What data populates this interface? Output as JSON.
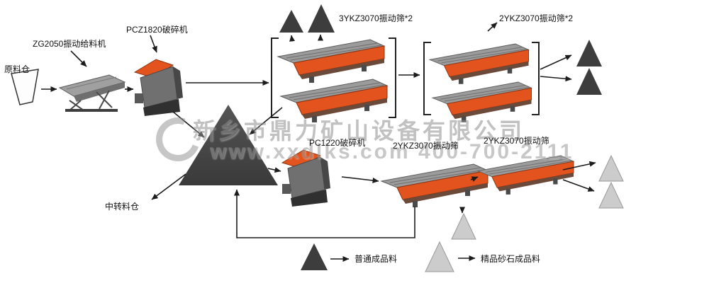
{
  "diagram": {
    "nodes": {
      "raw_bin": "原料仓",
      "feeder": "ZG2050振动给料机",
      "crusher_pcz1820": "PCZ1820破碎机",
      "screens_3ykz_pair": "3YKZ3070振动筛*2",
      "screens_2ykz_pair": "2YKZ3070振动筛*2",
      "crusher_pc1220": "PC1220破碎机",
      "screen_2ykz_a": "2YKZ3070振动筛",
      "screen_2ykz_b": "2YKZ3070振动筛",
      "transfer_bin": "中转料仓"
    },
    "legend": {
      "dark_triangle_label": "普通成品料",
      "light_triangle_label": "精品砂石成品料"
    }
  },
  "watermark": {
    "company": "新乡市鼎力矿山设备有限公司",
    "contact": "www.xxdlks.com  400-700-2111"
  },
  "colors": {
    "machine_orange": "#e2531d",
    "machine_gray": "#9b9b9b",
    "dark_triangle": "#3d3d3d",
    "light_triangle": "#cccccc",
    "line": "#1c1c1c"
  }
}
